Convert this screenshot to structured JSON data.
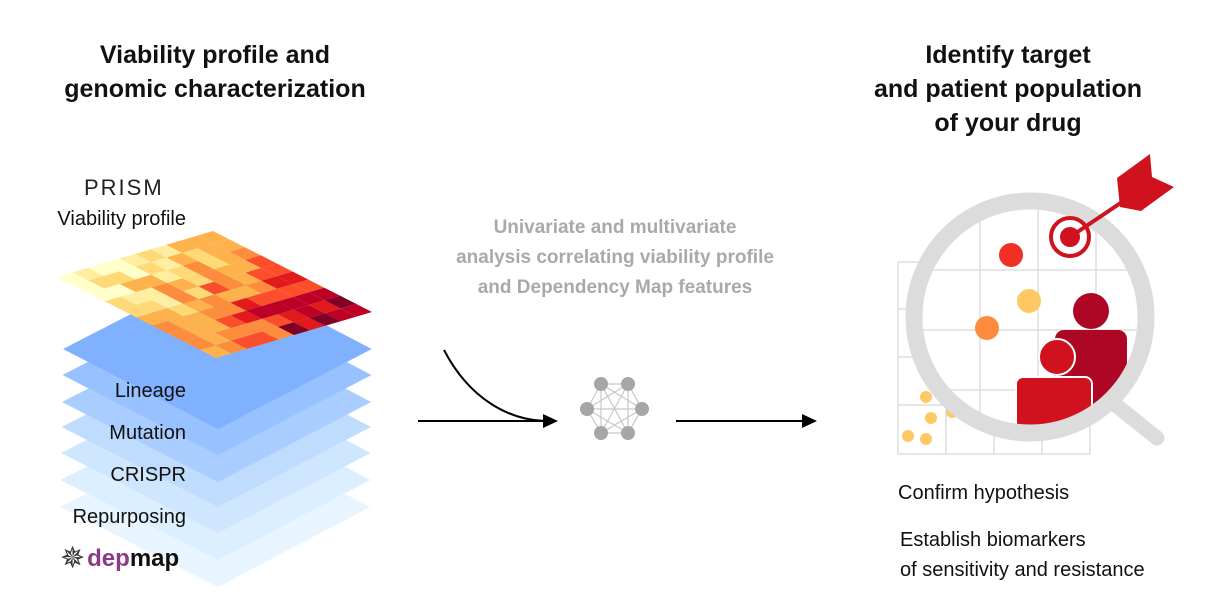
{
  "left_panel": {
    "title_lines": [
      "Viability profile and",
      "genomic characterization"
    ],
    "prism_logo": "PRISM",
    "viability_label": "Viability profile",
    "layers": [
      "Lineage",
      "Mutation",
      "CRISPR",
      "Repurposing"
    ],
    "depmap_logo": {
      "dep": "dep",
      "map": "map"
    }
  },
  "middle": {
    "description_lines": [
      "Univariate and multivariate",
      "analysis correlating viability profile",
      "and Dependency Map features"
    ]
  },
  "right_panel": {
    "title_lines": [
      "Identify target",
      "and patient population",
      "of your drug"
    ],
    "outcomes": [
      "Confirm hypothesis",
      "Establish biomarkers",
      "of sensitivity and resistance"
    ]
  },
  "colors": {
    "accent_red": "#d0121f",
    "dark_red": "#ae0726",
    "blue_top": "#80b1fe",
    "depmap_purple": "#8c3a87",
    "magnifier_gray": "#dcdcdc",
    "middle_text": "#a9a9a9"
  }
}
